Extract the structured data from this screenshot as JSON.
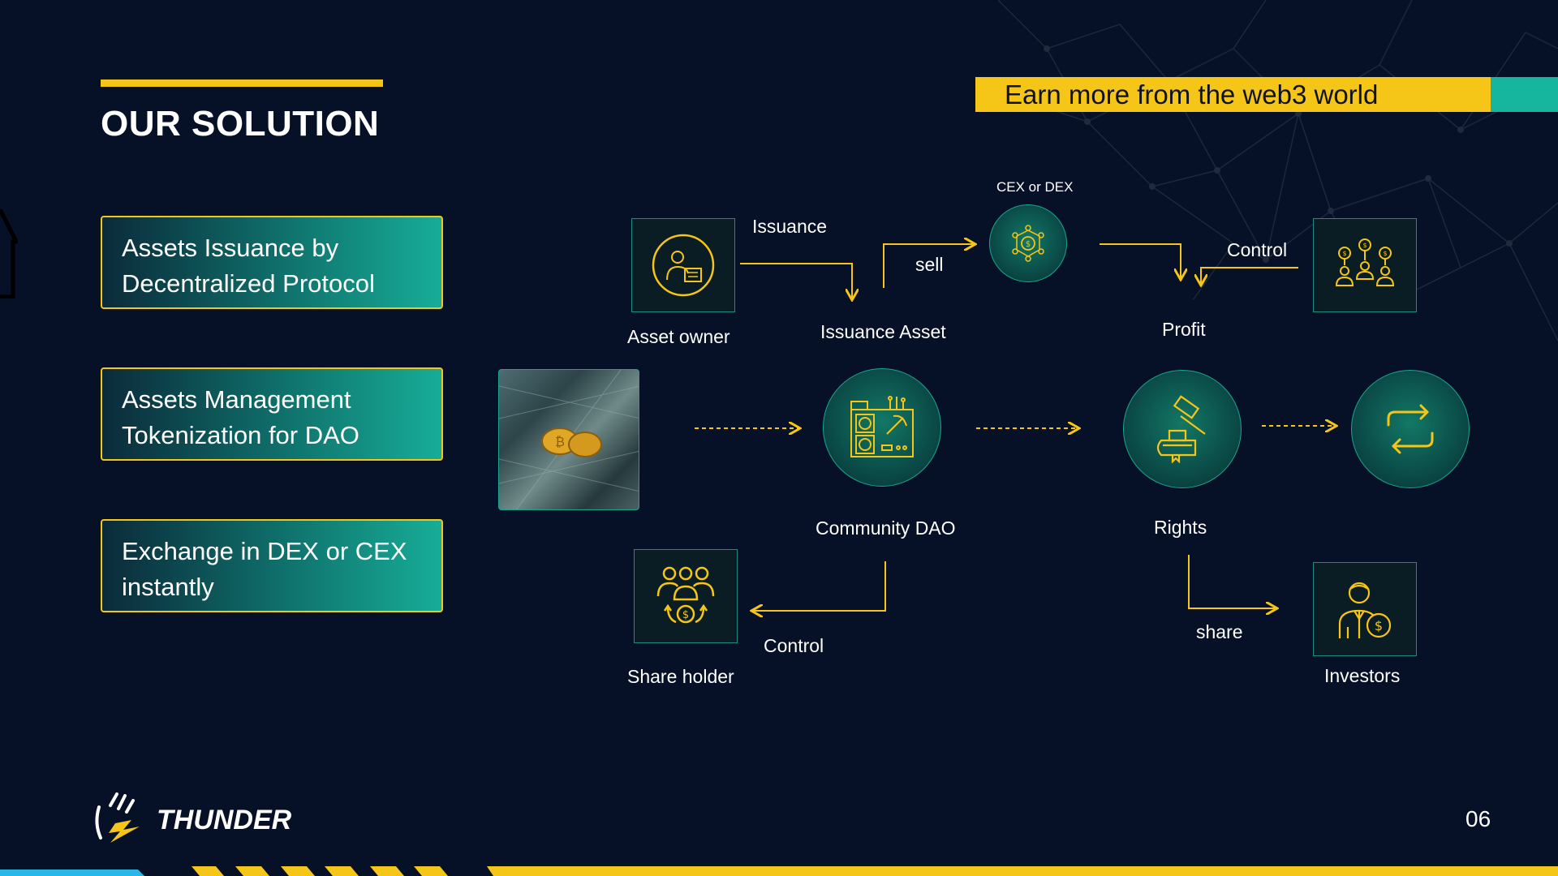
{
  "colors": {
    "background": "#061026",
    "accent_yellow": "#f5c518",
    "accent_teal": "#16b59d"
  },
  "title": "OUR SOLUTION",
  "tagline": "Earn more from the web3 world",
  "features": [
    {
      "text_line1": "Assets Issuance by",
      "text_line2": "Decentralized Protocol"
    },
    {
      "text_line1": "Assets Management",
      "text_line2": "Tokenization for DAO"
    },
    {
      "text_line1": "Exchange in DEX or CEX",
      "text_line2": "instantly"
    }
  ],
  "diagram": {
    "nodes": {
      "asset_owner": "Asset owner",
      "issuance_asset": "Issuance Asset",
      "cex_dex": "CEX or DEX",
      "profit": "Profit",
      "community_dao": "Community DAO",
      "rights": "Rights",
      "share_holder": "Share holder",
      "investors": "Investors"
    },
    "edges": {
      "issuance": "Issuance",
      "sell": "sell",
      "control_top": "Control",
      "control_bottom": "Control",
      "share": "share"
    },
    "icons": {
      "asset_owner": "person-document-icon",
      "cex_dex": "network-coin-icon",
      "top_right": "investor-group-icon",
      "photo": "coins-on-banknotes-image",
      "community_dao": "mining-rig-icon",
      "rights": "gavel-icon",
      "exchange": "exchange-arrows-icon",
      "share_holder": "shareholder-group-icon",
      "investors": "investor-icon"
    }
  },
  "footer": {
    "brand": "THUNDER",
    "page_number": "06"
  }
}
